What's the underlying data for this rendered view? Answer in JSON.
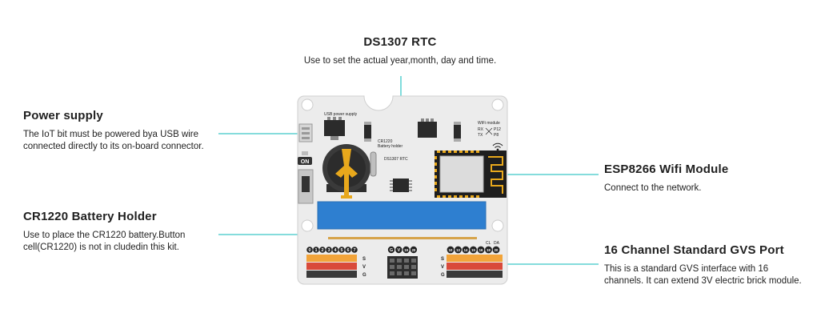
{
  "callouts": {
    "rtc": {
      "title": "DS1307 RTC",
      "desc": "Use to set the actual year,month, day and time."
    },
    "power": {
      "title": "Power supply",
      "desc": "The IoT bit must be powered bya USB wire connected directly to its on-board connector."
    },
    "battery": {
      "title": "CR1220 Battery Holder",
      "desc": "Use to place the CR1220 battery.Button cell(CR1220) is not in cludedin this kit."
    },
    "wifi": {
      "title": "ESP8266 Wifi Module",
      "desc": "Connect to the network."
    },
    "gvs": {
      "title": "16 Channel Standard GVS Port",
      "desc": "This is a standard GVS interface with 16 channels. It can extend 3V electric brick module."
    }
  },
  "board": {
    "usb_label": "USB power supply",
    "on_label": "ON",
    "battery_label_1": "CR1220",
    "battery_label_2": "Battery holder",
    "rtc_label": "DS1307 RTC",
    "wifi_module_label": "WiFi module",
    "rx_label": "RX",
    "tx_label": "TX",
    "p12_label": "P12",
    "p8_label": "P8",
    "cl_label": "CL",
    "da_label": "DA",
    "s_label": "S",
    "v_label": "V",
    "g_label": "G",
    "left_pins": [
      "0",
      "1",
      "2",
      "3",
      "4",
      "5",
      "6",
      "7"
    ],
    "mid_pins": [
      "G",
      "V",
      "19",
      "20"
    ],
    "right_pins": [
      "10",
      "13",
      "14",
      "15",
      "16",
      "19",
      "20"
    ]
  },
  "colors": {
    "accent_line": "#3cc8c8",
    "battery_gold": "#e8a81c",
    "header_orange": "#f2a43a",
    "header_red": "#d94a3a",
    "header_dark": "#3a3a3a",
    "board": "#ececec",
    "edge_blue": "#2e7fd0"
  }
}
